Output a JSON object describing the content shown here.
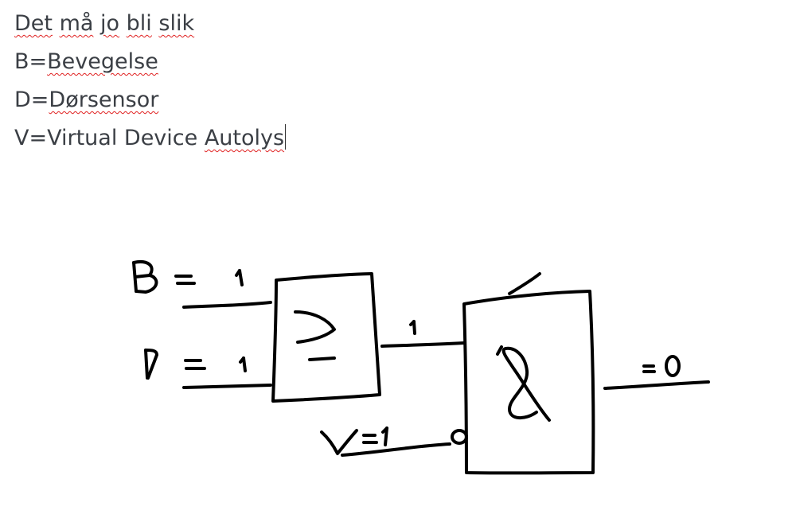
{
  "colors": {
    "text": "#3b3f45",
    "ink": "#000000",
    "spellcheck": "#e02020"
  },
  "note": {
    "line1": {
      "w1": "Det",
      "sp1": " ",
      "w2": "må",
      "sp2": " ",
      "w3": "jo",
      "sp3": " ",
      "w4": "bli",
      "sp4": " ",
      "w5": "slik"
    },
    "line2": {
      "prefix": "B=",
      "word": "Bevegelse"
    },
    "line3": {
      "prefix": "D=",
      "word": "Dørsensor"
    },
    "line4": {
      "prefix": "V=Virtual Device ",
      "word": "Autolys"
    }
  },
  "sketch": {
    "b_label": "B",
    "b_value": "1",
    "d_label": "D",
    "d_value": "1",
    "v_label": "V",
    "v_value": "1",
    "or_gate_symbol": "≥",
    "or_output_value": "1",
    "and_gate_symbol": "&",
    "output_value": "0",
    "equals_sign": "="
  }
}
